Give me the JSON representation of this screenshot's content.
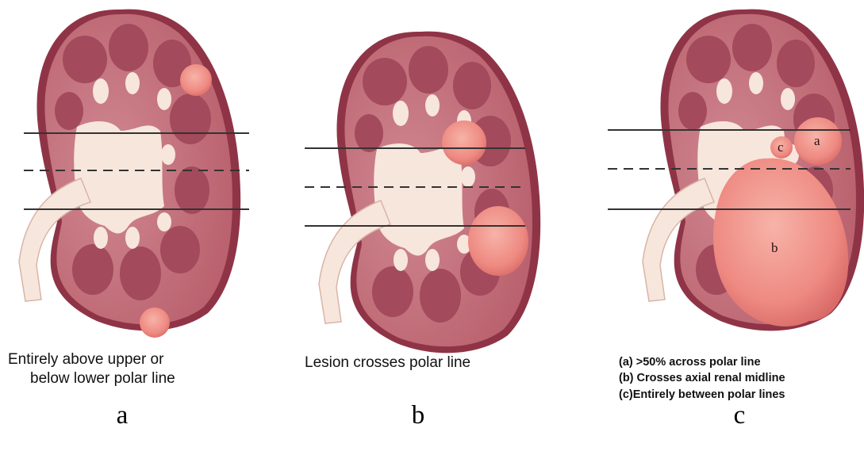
{
  "panels": [
    {
      "letter": "a",
      "caption_lines": [
        "Entirely above upper or",
        "below lower polar line"
      ]
    },
    {
      "letter": "b",
      "caption_lines": [
        "Lesion crosses polar line"
      ]
    },
    {
      "letter": "c",
      "caption_lines": [
        "(a) >50% across polar line",
        "(b) Crosses axial renal midline",
        "(c)Entirely between polar lines"
      ],
      "lesion_labels": [
        "a",
        "b",
        "c"
      ]
    }
  ],
  "colors": {
    "capsule": "#a94b5a",
    "cortex": "#c4717c",
    "pyramid": "#a34a5c",
    "pelvis": "#f7e6dc",
    "tumor": "#f08c84",
    "line": "#333333"
  }
}
